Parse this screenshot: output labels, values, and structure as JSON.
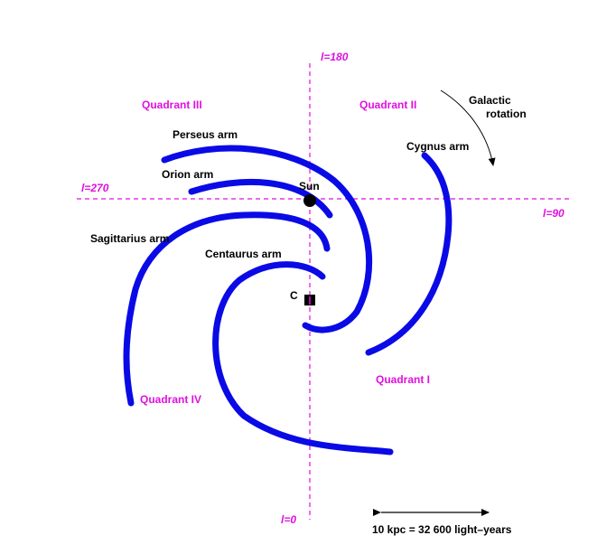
{
  "colors": {
    "arm": "#0a0ae6",
    "axis": "#e010e0",
    "label_magenta": "#e010e0",
    "label_black": "#000000"
  },
  "axes": {
    "l180": "l=180",
    "l90": "l=90",
    "l270": "l=270",
    "l0": "l=0"
  },
  "quadrants": {
    "q1": "Quadrant I",
    "q2": "Quadrant II",
    "q3": "Quadrant III",
    "q4": "Quadrant IV"
  },
  "arms": {
    "perseus": "Perseus arm",
    "orion": "Orion arm",
    "sagittarius": "Sagittarius arm",
    "centaurus": "Centaurus arm",
    "cygnus": "Cygnus arm"
  },
  "markers": {
    "sun": "Sun",
    "center": "C"
  },
  "rotation": {
    "line1": "Galactic",
    "line2": "rotation"
  },
  "scale": {
    "label": "10 kpc = 32 600 light–years"
  }
}
